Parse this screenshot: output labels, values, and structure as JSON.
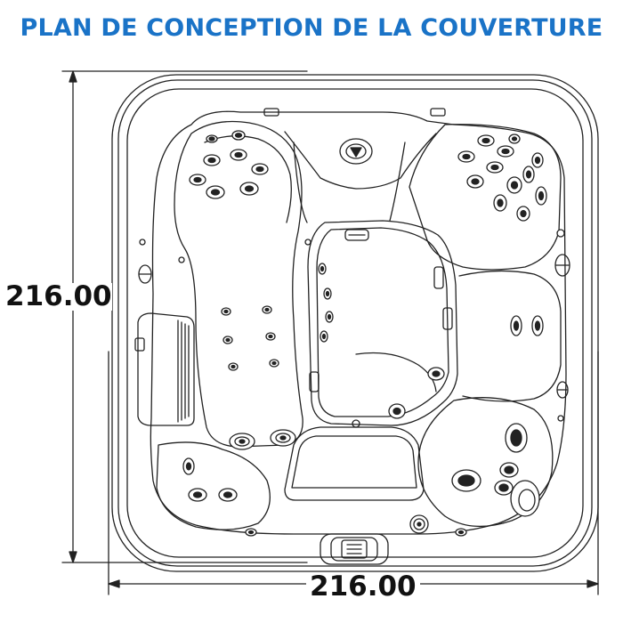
{
  "title": "PLAN DE CONCEPTION DE LA COUVERTURE",
  "dimensions": {
    "height": "216.00",
    "width": "216.00"
  },
  "colors": {
    "title": "#1a73c7",
    "line": "#222222"
  }
}
